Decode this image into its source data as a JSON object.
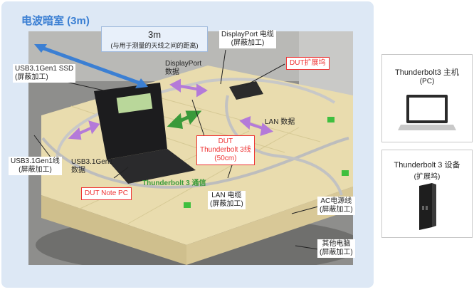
{
  "chamber": {
    "title": "电波暗室 (3m)"
  },
  "distance": {
    "value": "3m",
    "note": "(与用于测量的天线之间的距离)"
  },
  "labels": {
    "usb_ssd": {
      "line1": "USB3.1Gen1 SSD",
      "line2": "(屏蔽加工)"
    },
    "displayport_cable": {
      "line1": "DisplayPort 电缆",
      "line2": "(屏蔽加工)"
    },
    "displayport_data": {
      "line1": "DisplayPort",
      "line2": "数据"
    },
    "dut_dock": "DUT扩展坞",
    "lan_data": "LAN 数据",
    "dut_tb_cable": {
      "line1": "DUT",
      "line2": "Thunderbolt 3线",
      "line3": "(50cm)"
    },
    "usb_cable": {
      "line1": "USB3.1Gen1线",
      "line2": "(屏蔽加工)"
    },
    "usb_data": {
      "line1": "USB3.1Gen1",
      "line2": "数据"
    },
    "tb_comm": "Thunderbolt 3 通信",
    "dut_note_pc": "DUT Note PC",
    "lan_cable": {
      "line1": "LAN 电缆",
      "line2": "(屏蔽加工)"
    },
    "ac_cable": {
      "line1": "AC电源线",
      "line2": "(屏蔽加工)"
    },
    "other_pc": {
      "line1": "其他电脑",
      "line2": "(屏蔽加工)"
    }
  },
  "cards": {
    "host": {
      "title": "Thunderbolt3 主机",
      "sub": "(PC)"
    },
    "device": {
      "title": "Thunderbolt 3 设备",
      "sub": "(扩展坞)"
    }
  },
  "colors": {
    "accent_blue": "#3b7fd3",
    "red": "#e33333",
    "green": "#3a9a3a",
    "purple": "#b47ad9"
  }
}
